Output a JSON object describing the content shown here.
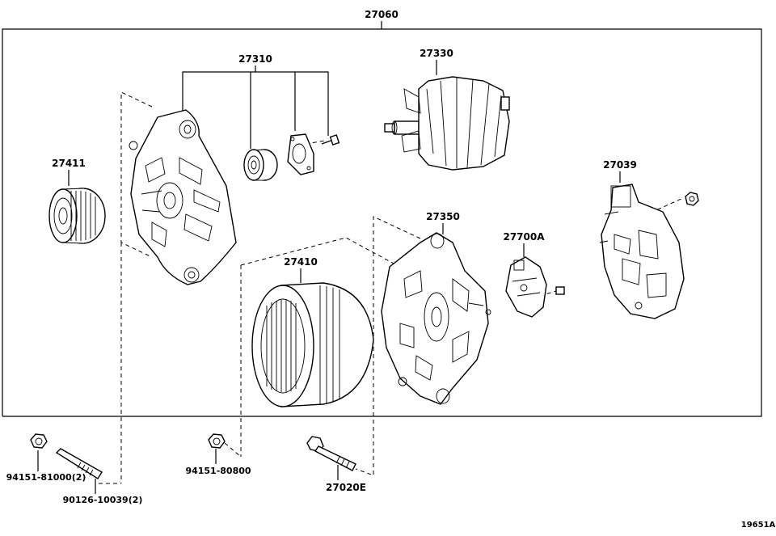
{
  "labels": {
    "assembly": "27060",
    "housing_bearing_kit": "27310",
    "rotor": "27330",
    "pulley": "27411",
    "rectifier_holder": "27039",
    "stator": "27410",
    "rear_frame": "27350",
    "regulator": "27700A",
    "nut_small": "94151-81000(2)",
    "stud_bolt": "90126-10039(2)",
    "nut_mid": "94151-80800",
    "bolt": "27020E",
    "figure_code": "19651A"
  }
}
